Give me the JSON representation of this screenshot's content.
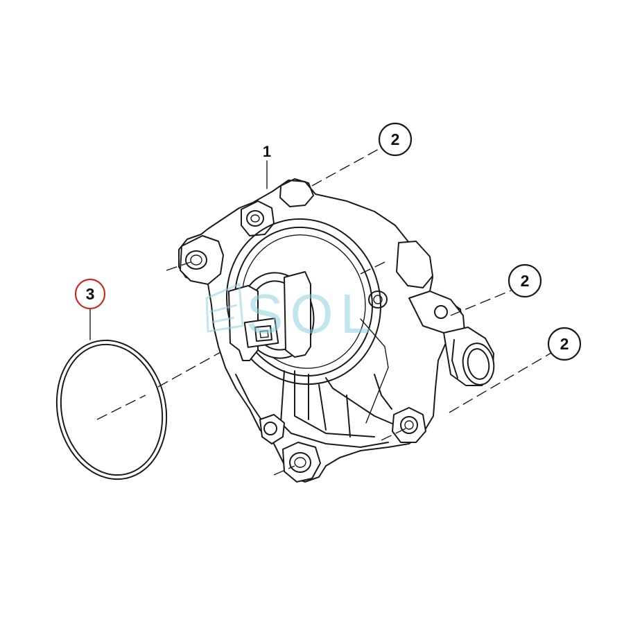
{
  "diagram": {
    "part_labels": [
      {
        "id": "1",
        "text": "1"
      },
      {
        "id": "2a",
        "text": "2"
      },
      {
        "id": "2b",
        "text": "2"
      },
      {
        "id": "2c",
        "text": "2"
      },
      {
        "id": "3",
        "text": "3"
      }
    ],
    "watermark": {
      "text": "SOL",
      "color": "#8fd0df"
    },
    "colors": {
      "line": "#1a1a1a",
      "highlight_circle": "#d0281f",
      "background": "#ffffff"
    }
  }
}
